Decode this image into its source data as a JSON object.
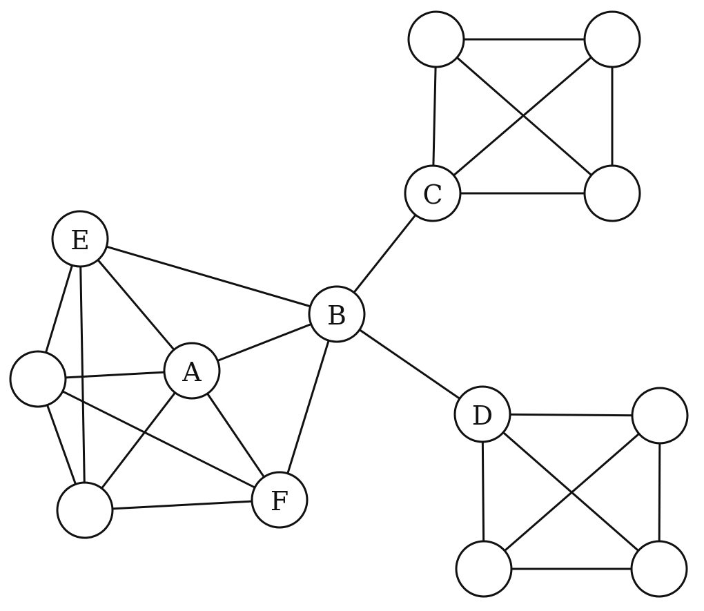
{
  "graph": {
    "nodes": [
      {
        "id": "E",
        "label": "E"
      },
      {
        "id": "L1",
        "label": ""
      },
      {
        "id": "A",
        "label": "A"
      },
      {
        "id": "L2",
        "label": ""
      },
      {
        "id": "F",
        "label": "F"
      },
      {
        "id": "B",
        "label": "B"
      },
      {
        "id": "C",
        "label": "C"
      },
      {
        "id": "C1",
        "label": ""
      },
      {
        "id": "C2",
        "label": ""
      },
      {
        "id": "C3",
        "label": ""
      },
      {
        "id": "D",
        "label": "D"
      },
      {
        "id": "D1",
        "label": ""
      },
      {
        "id": "D2",
        "label": ""
      },
      {
        "id": "D3",
        "label": ""
      }
    ],
    "edges": [
      [
        "E",
        "L1"
      ],
      [
        "E",
        "L2"
      ],
      [
        "E",
        "A"
      ],
      [
        "E",
        "B"
      ],
      [
        "L1",
        "A"
      ],
      [
        "L1",
        "L2"
      ],
      [
        "L1",
        "F"
      ],
      [
        "A",
        "L2"
      ],
      [
        "A",
        "F"
      ],
      [
        "A",
        "B"
      ],
      [
        "L2",
        "F"
      ],
      [
        "F",
        "B"
      ],
      [
        "B",
        "C"
      ],
      [
        "B",
        "D"
      ],
      [
        "C1",
        "C2"
      ],
      [
        "C1",
        "C"
      ],
      [
        "C1",
        "C3"
      ],
      [
        "C2",
        "C"
      ],
      [
        "C2",
        "C3"
      ],
      [
        "C",
        "C3"
      ],
      [
        "D",
        "D1"
      ],
      [
        "D",
        "D2"
      ],
      [
        "D",
        "D3"
      ],
      [
        "D1",
        "D2"
      ],
      [
        "D1",
        "D3"
      ],
      [
        "D2",
        "D3"
      ]
    ],
    "colors": {
      "stroke": "#111111",
      "fill": "#ffffff"
    }
  }
}
